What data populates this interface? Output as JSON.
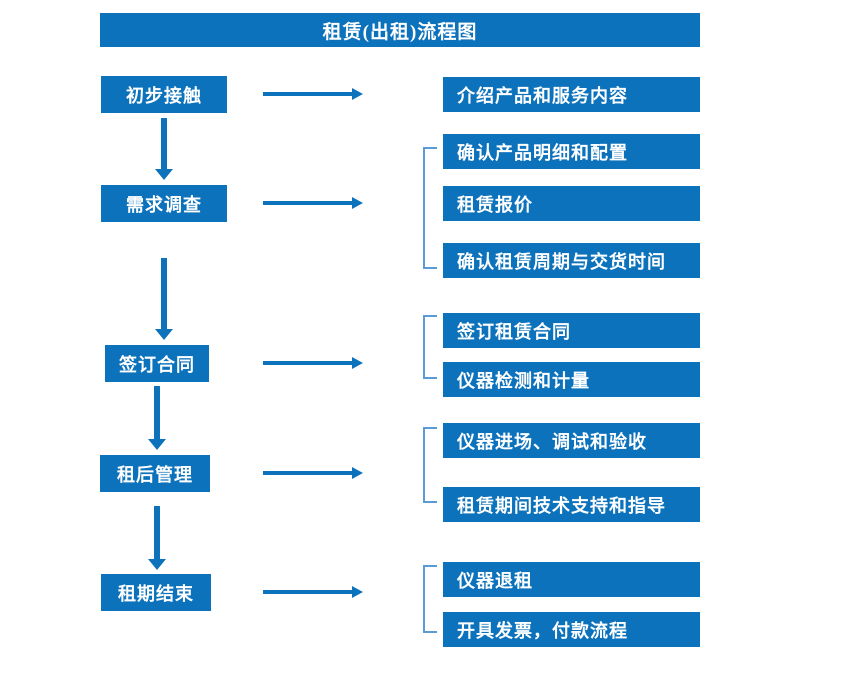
{
  "document": {
    "title": "租赁(出租)流程图",
    "type": "flowchart",
    "accent_color": "#0d72bc",
    "bracket_color": "#5b9bd5",
    "text_color": "#ffffff",
    "background_color": "#ffffff"
  },
  "stages": [
    {
      "id": "stage-1",
      "label": "初步接触"
    },
    {
      "id": "stage-2",
      "label": "需求调查"
    },
    {
      "id": "stage-3",
      "label": "签订合同"
    },
    {
      "id": "stage-4",
      "label": "租后管理"
    },
    {
      "id": "stage-5",
      "label": "租期结束"
    }
  ],
  "details": [
    {
      "id": "detail-1",
      "label": "介绍产品和服务内容"
    },
    {
      "id": "detail-2",
      "label": "确认产品明细和配置"
    },
    {
      "id": "detail-3",
      "label": "租赁报价"
    },
    {
      "id": "detail-4",
      "label": "确认租赁周期与交货时间"
    },
    {
      "id": "detail-5",
      "label": "签订租赁合同"
    },
    {
      "id": "detail-6",
      "label": "仪器检测和计量"
    },
    {
      "id": "detail-7",
      "label": "仪器进场、调试和验收"
    },
    {
      "id": "detail-8",
      "label": "租赁期间技术支持和指导"
    },
    {
      "id": "detail-9",
      "label": "仪器退租"
    },
    {
      "id": "detail-10",
      "label": "开具发票，付款流程"
    }
  ],
  "groups": [
    {
      "id": "group-1",
      "stage": "需求调查",
      "detail_ids": [
        "detail-2",
        "detail-3",
        "detail-4"
      ]
    },
    {
      "id": "group-2",
      "stage": "签订合同",
      "detail_ids": [
        "detail-5",
        "detail-6"
      ]
    },
    {
      "id": "group-3",
      "stage": "租后管理",
      "detail_ids": [
        "detail-7",
        "detail-8"
      ]
    },
    {
      "id": "group-4",
      "stage": "租期结束",
      "detail_ids": [
        "detail-9",
        "detail-10"
      ]
    }
  ],
  "connectors": {
    "vertical_count": 4,
    "horizontal_count": 5,
    "direction": "down-and-right"
  }
}
